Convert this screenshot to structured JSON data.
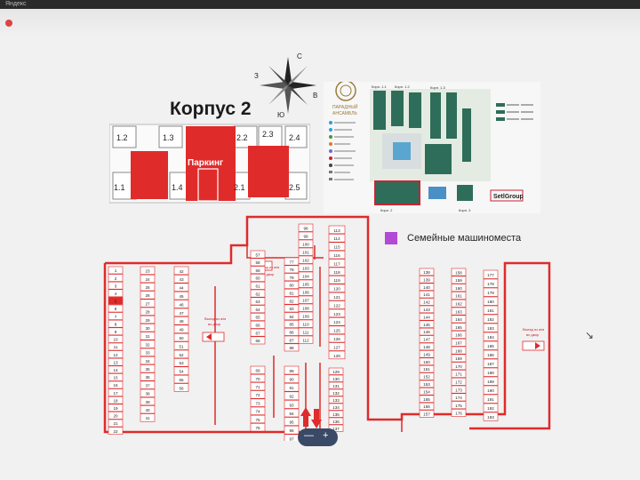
{
  "browser": {
    "tab_title": "Яндекс"
  },
  "page": {
    "title": "Корпус 2",
    "legend_label": "Семейные машиноместа",
    "legend_color": "#b24ad6",
    "accent_color": "#e02b2b"
  },
  "compass": {
    "north": "С",
    "east": "В",
    "south": "Ю",
    "west": "З"
  },
  "logo": {
    "line1": "ПАРАДНЫЙ",
    "line2": "АНСАМБЛЬ"
  },
  "building": {
    "parking_label": "Паркинг",
    "sections": [
      "1.1",
      "1.2",
      "1.3",
      "1.4",
      "2.1",
      "2.2",
      "2.3",
      "2.4",
      "2.5"
    ]
  },
  "sitemap": {
    "corpus_labels": [
      "Корп. 1.1",
      "Корп. 1.2",
      "Корп. 1.3",
      "Корп. 2",
      "Корп. 3"
    ],
    "brand": "SetlGroup"
  },
  "parking": {
    "exit_label_1": "Выезд из а/м",
    "exit_label_2": "во двор",
    "col_1_22": [
      "1",
      "2",
      "3",
      "4",
      "5",
      "6",
      "7",
      "8",
      "9",
      "10",
      "11",
      "12",
      "13",
      "14",
      "15",
      "16",
      "17",
      "18",
      "19",
      "20",
      "21",
      "22"
    ],
    "col_23_41": [
      "23",
      "24",
      "25",
      "26",
      "27",
      "28",
      "29",
      "30",
      "31",
      "32",
      "33",
      "34",
      "35",
      "36",
      "37",
      "38",
      "39",
      "40",
      "41"
    ],
    "col_42_56": [
      "42",
      "43",
      "44",
      "45",
      "46",
      "47",
      "48",
      "49",
      "50",
      "51",
      "52",
      "53",
      "54",
      "55",
      "56"
    ],
    "col_57_68": [
      "57",
      "58",
      "59",
      "60",
      "61",
      "62",
      "63",
      "64",
      "65",
      "66",
      "67",
      "68"
    ],
    "col_69_76": [
      "69",
      "70",
      "71",
      "72",
      "73",
      "74",
      "75",
      "76"
    ],
    "col_77_88": [
      "77",
      "78",
      "79",
      "80",
      "81",
      "82",
      "83",
      "84",
      "85",
      "86",
      "87",
      "88"
    ],
    "col_89_97": [
      "89",
      "90",
      "91",
      "92",
      "93",
      "94",
      "95",
      "96",
      "97"
    ],
    "col_98_112": [
      "98",
      "99",
      "100",
      "101",
      "102",
      "103",
      "104",
      "105",
      "106",
      "107",
      "108",
      "109",
      "110",
      "111",
      "112"
    ],
    "col_113_128": [
      "113",
      "114",
      "115",
      "116",
      "117",
      "118",
      "119",
      "120",
      "121",
      "122",
      "123",
      "124",
      "125",
      "126",
      "127",
      "128"
    ],
    "col_129_137": [
      "129",
      "130",
      "131",
      "132",
      "133",
      "134",
      "135",
      "136",
      "137"
    ],
    "col_138_157": [
      "138",
      "139",
      "140",
      "141",
      "142",
      "143",
      "144",
      "145",
      "146",
      "147",
      "148",
      "149",
      "150",
      "151",
      "152",
      "153",
      "154",
      "155",
      "156",
      "157"
    ],
    "col_158_176": [
      "158",
      "159",
      "160",
      "161",
      "162",
      "163",
      "164",
      "165",
      "166",
      "167",
      "168",
      "169",
      "170",
      "171",
      "172",
      "173",
      "174",
      "175",
      "176"
    ],
    "col_177_193": [
      "177",
      "178",
      "179",
      "180",
      "181",
      "182",
      "183",
      "184",
      "185",
      "186",
      "187",
      "188",
      "189",
      "190",
      "191",
      "192",
      "193"
    ],
    "family_spot": "5"
  },
  "controls": {
    "minus": "—",
    "plus": "+"
  }
}
